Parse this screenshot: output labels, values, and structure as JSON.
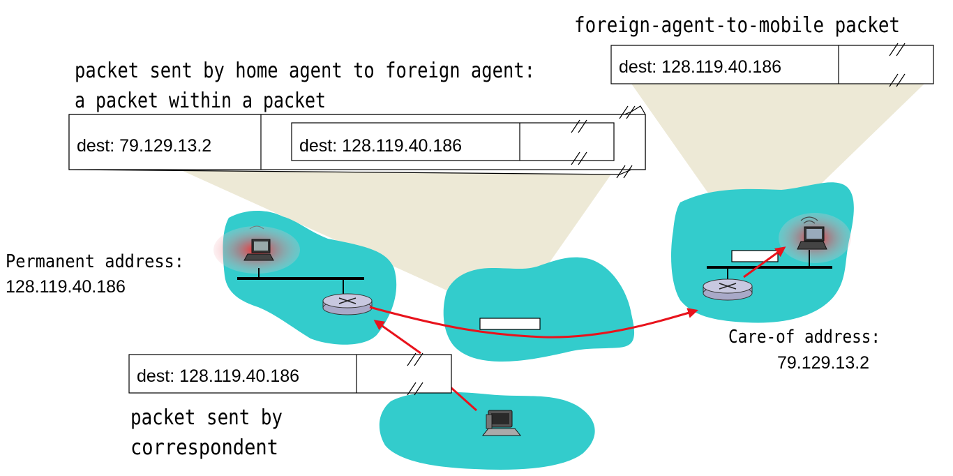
{
  "captions": {
    "home_to_foreign_line1": "packet sent by home agent to foreign agent:",
    "home_to_foreign_line2": "a packet within a packet",
    "foreign_to_mobile": "foreign-agent-to-mobile packet",
    "correspondent_line1": "packet sent by",
    "correspondent_line2": "correspondent"
  },
  "addresses": {
    "permanent_label": "Permanent address:",
    "permanent_value": "128.119.40.186",
    "care_of_label": "Care-of address:",
    "care_of_value": "79.129.13.2"
  },
  "packets": {
    "outer_dest": "dest: 79.129.13.2",
    "inner_dest": "dest: 128.119.40.186",
    "foreign_to_mobile_dest": "dest: 128.119.40.186",
    "correspondent_dest": "dest: 128.119.40.186"
  },
  "colors": {
    "network": "#33cccc",
    "arrow": "#e8131c",
    "callout": "#ede9d6",
    "router": "#c8c8e0"
  },
  "icons": [
    "laptop-icon",
    "router-icon",
    "desktop-computer-icon"
  ]
}
